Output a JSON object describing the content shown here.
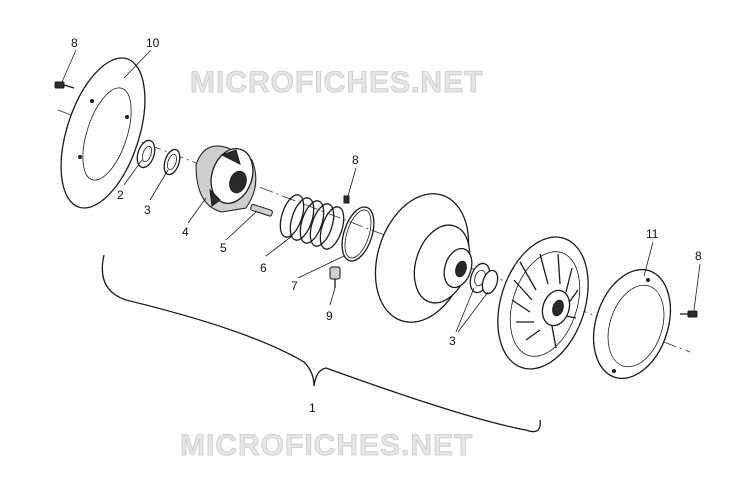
{
  "watermark": {
    "top": "MICROFICHES.NET",
    "bottom": "MICROFICHES.NET"
  },
  "callouts": [
    {
      "id": "c8a",
      "text": "8"
    },
    {
      "id": "c10",
      "text": "10"
    },
    {
      "id": "c2",
      "text": "2"
    },
    {
      "id": "c3a",
      "text": "3"
    },
    {
      "id": "c4",
      "text": "4"
    },
    {
      "id": "c5",
      "text": "5"
    },
    {
      "id": "c6",
      "text": "6"
    },
    {
      "id": "c7",
      "text": "7"
    },
    {
      "id": "c8b",
      "text": "8"
    },
    {
      "id": "c9",
      "text": "9"
    },
    {
      "id": "c3b",
      "text": "3"
    },
    {
      "id": "c11",
      "text": "11"
    },
    {
      "id": "c8c",
      "text": "8"
    },
    {
      "id": "c1",
      "text": "1"
    }
  ]
}
